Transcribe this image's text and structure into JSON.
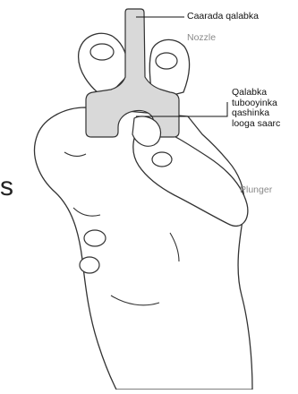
{
  "labels": {
    "nozzle_local": "Caarada qalabka",
    "nozzle_en": "Nozzle",
    "plunger_local": [
      "Qalabka",
      "tubooyinka",
      "qashinka",
      "looga saarc"
    ],
    "plunger_en": "Plunger"
  },
  "glyph": "s",
  "colors": {
    "device_fill": "#d9d9d9",
    "outline": "#333333",
    "leader": "#111111",
    "label_en": "#8a8a8a"
  }
}
